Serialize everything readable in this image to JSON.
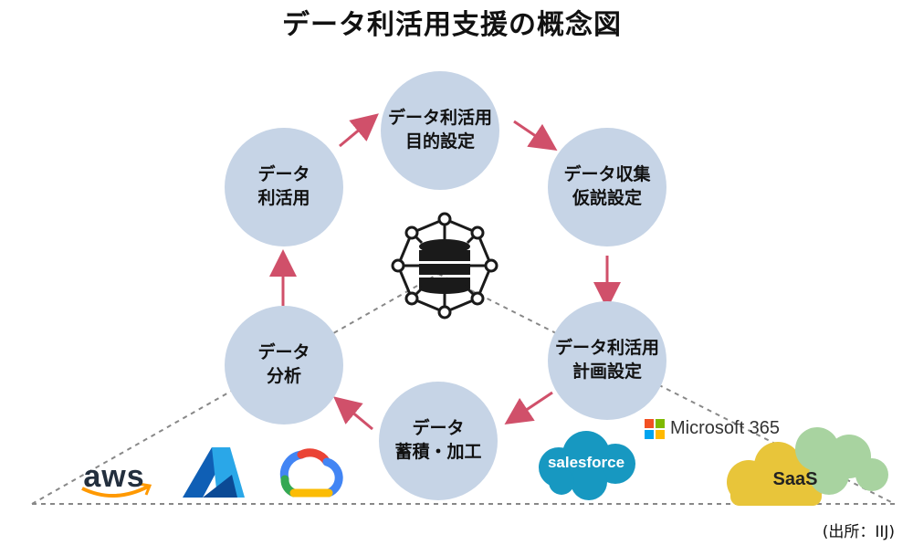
{
  "title": "データ利活用支援の概念図",
  "nodes": [
    {
      "line1": "データ利活用",
      "line2": "目的設定"
    },
    {
      "line1": "データ収集",
      "line2": "仮説設定"
    },
    {
      "line1": "データ利活用",
      "line2": "計画設定"
    },
    {
      "line1": "データ",
      "line2": "蓄積・加工"
    },
    {
      "line1": "データ",
      "line2": "分析"
    },
    {
      "line1": "データ",
      "line2": "利活用"
    }
  ],
  "logos": {
    "aws": "aws",
    "azure": "azure-logo",
    "gcp": "google-cloud-logo",
    "salesforce": "salesforce",
    "microsoft365": "Microsoft 365",
    "saas": "SaaS"
  },
  "source": "(出所：IIJ)",
  "colors": {
    "node_fill": "#c6d4e6",
    "arrow": "#d0506a",
    "network": "#1a1a1a",
    "ms_red": "#f25022",
    "ms_green": "#7fba00",
    "ms_blue": "#00a4ef",
    "ms_yellow": "#ffb900",
    "salesforce": "#1798c1",
    "saas_yellow": "#e8c53a",
    "saas_green": "#a8d3a0"
  }
}
